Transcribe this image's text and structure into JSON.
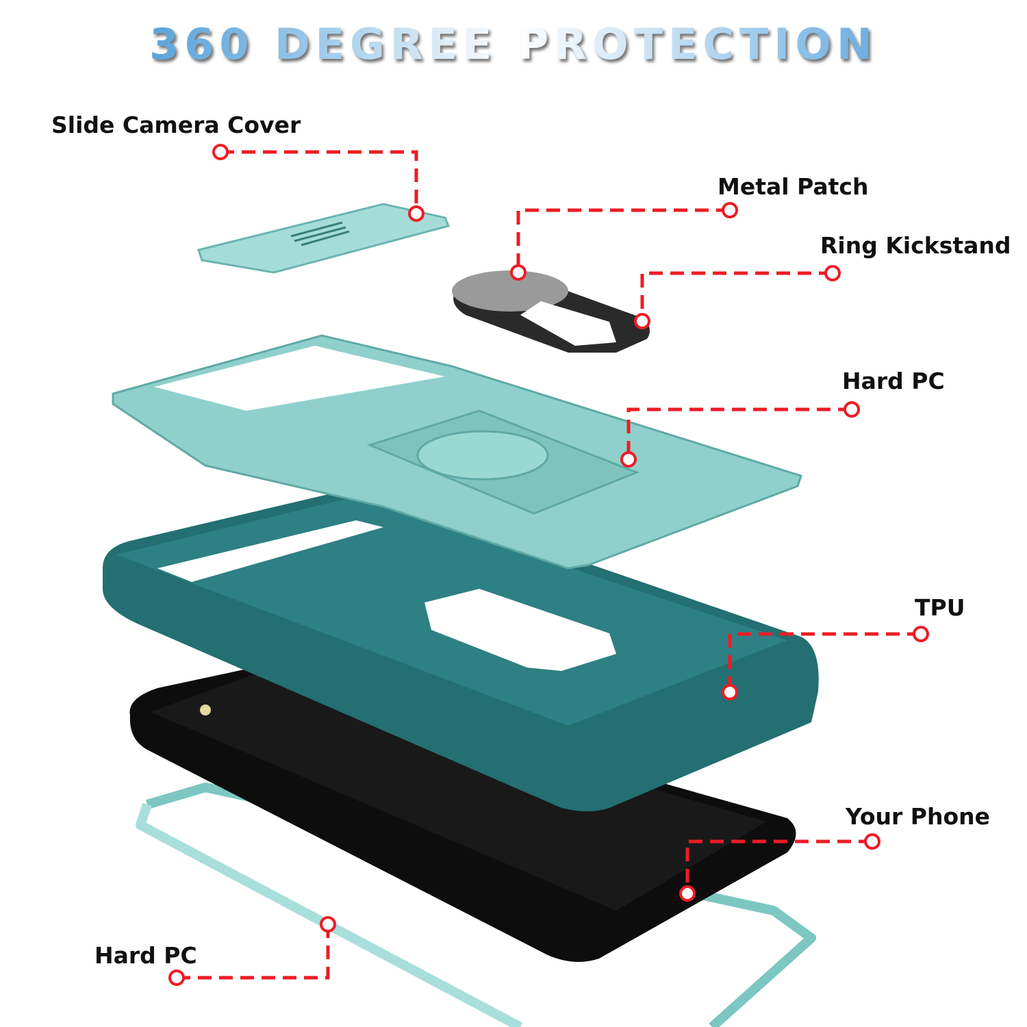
{
  "title": "360 DEGREE PROTECTION",
  "labels": {
    "slide_camera_cover": "Slide Camera Cover",
    "metal_patch": "Metal Patch",
    "ring_kickstand": "Ring Kickstand",
    "hard_pc_top": "Hard PC",
    "tpu": "TPU",
    "your_phone": "Your Phone",
    "hard_pc_bottom": "Hard PC"
  },
  "colors": {
    "leader": "#ee1c24",
    "case_light": "#8fd0cc",
    "case_dark": "#1f6a6c",
    "phone": "#0c0c0c"
  }
}
